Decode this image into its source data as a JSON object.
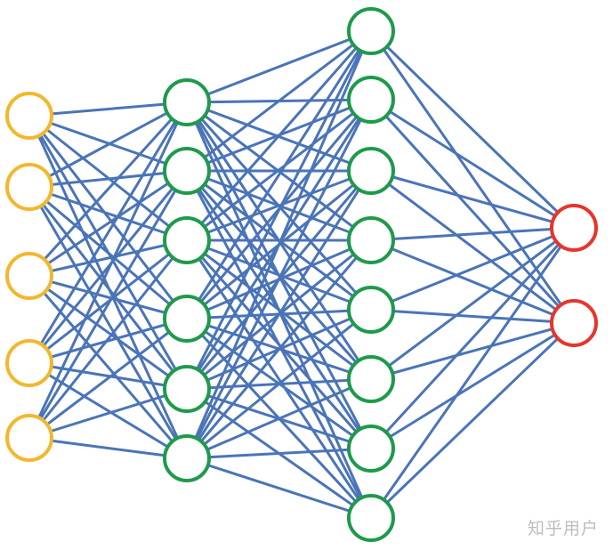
{
  "diagram": {
    "type": "neural-network",
    "layers": [
      {
        "role": "input",
        "node_count": 5,
        "color": "#F2B72C"
      },
      {
        "role": "hidden",
        "node_count": 6,
        "color": "#1E9A4B"
      },
      {
        "role": "hidden",
        "node_count": 8,
        "color": "#1E9A4B"
      },
      {
        "role": "output",
        "node_count": 2,
        "color": "#E8342B"
      }
    ],
    "connections": "fully-connected",
    "edge_color": "#4A74B8",
    "node_fill": "#ffffff"
  },
  "watermark": {
    "text": "知乎用户"
  }
}
